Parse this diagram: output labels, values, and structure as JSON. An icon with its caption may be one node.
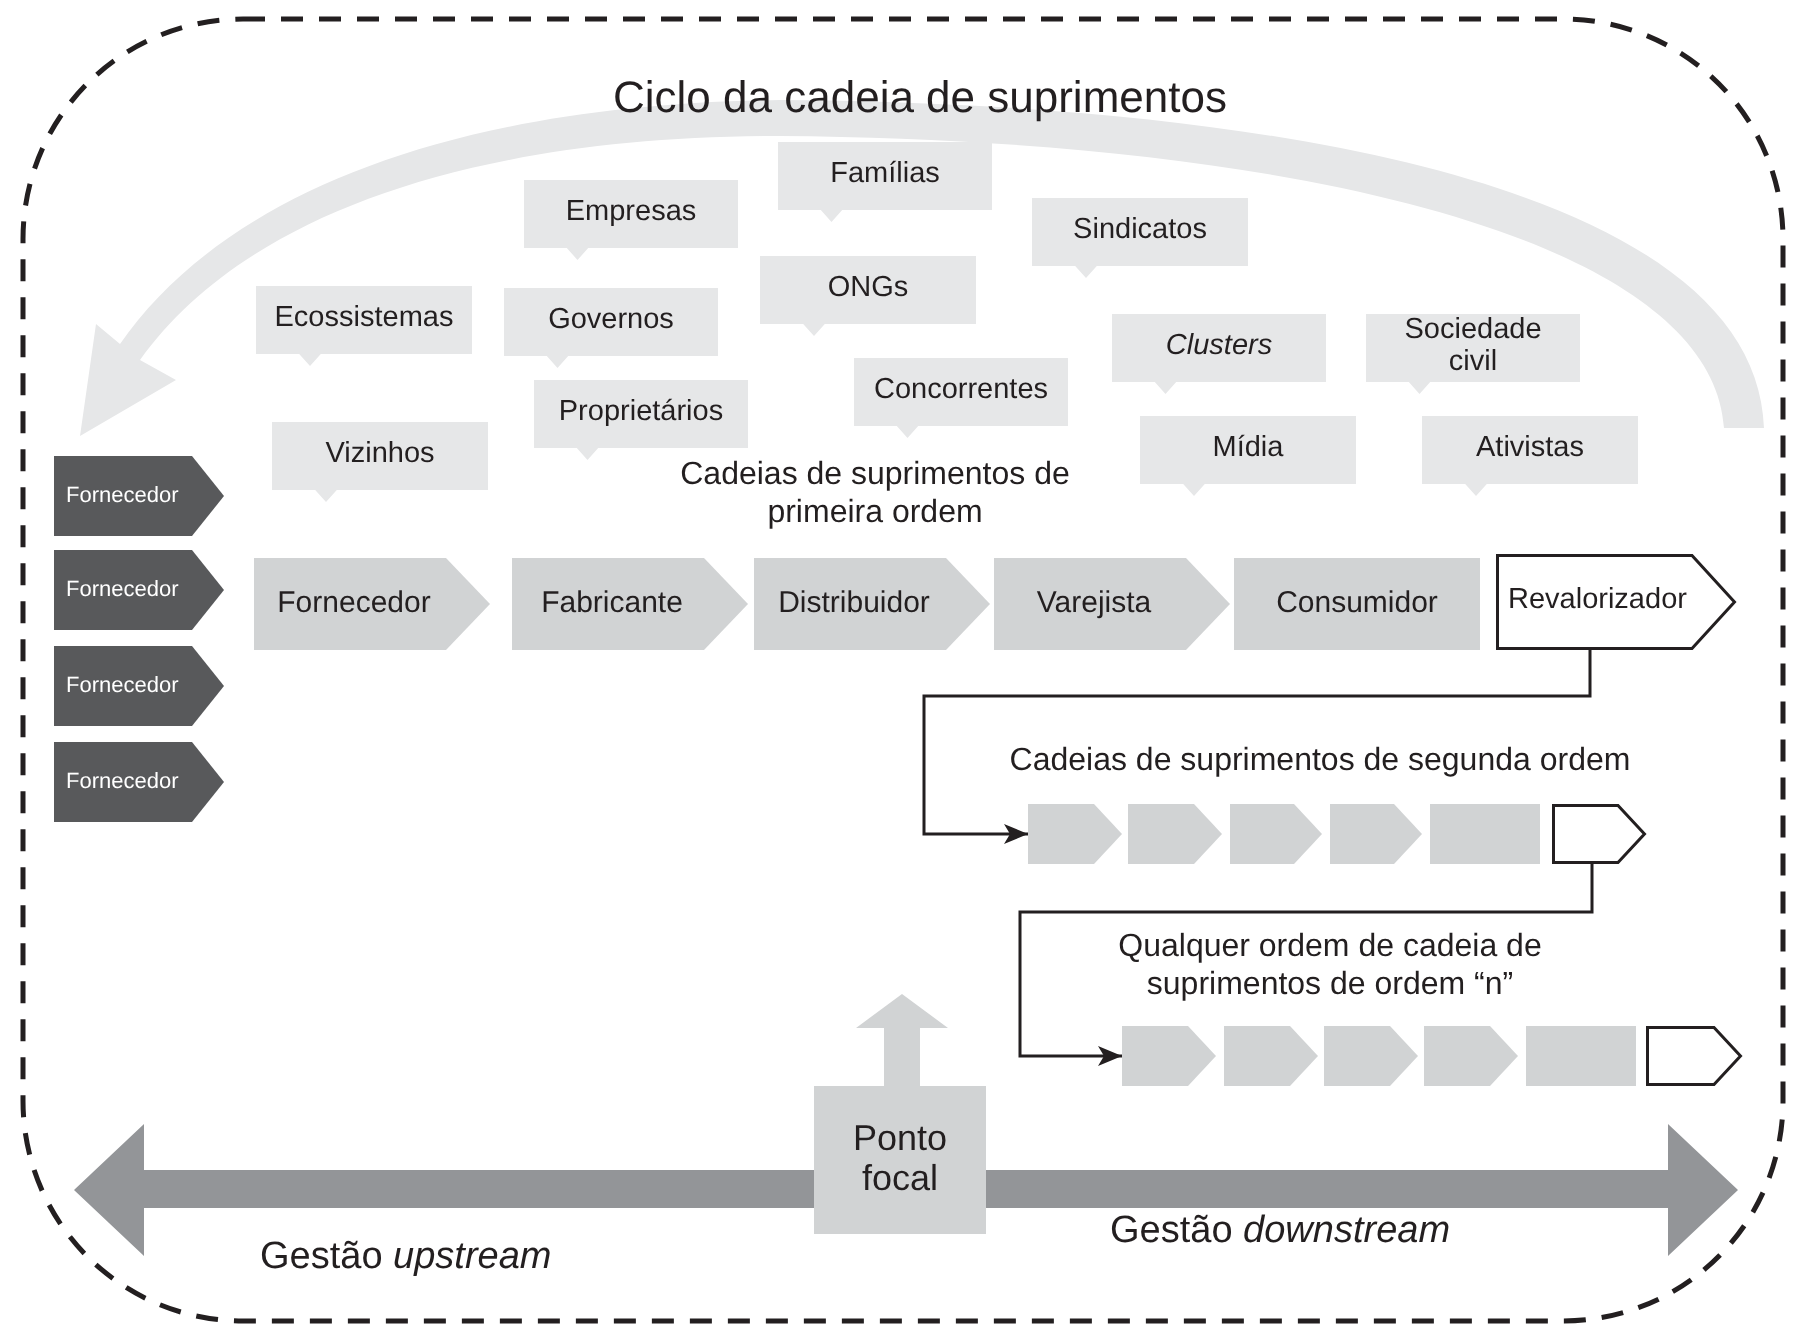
{
  "diagram": {
    "title": "Ciclo da cadeia de suprimentos",
    "nodes": [
      {
        "text": [
          "Famílias"
        ]
      },
      {
        "text": [
          "Empresas"
        ]
      },
      {
        "text": [
          "Sindicatos"
        ]
      },
      {
        "text": [
          "ONGs"
        ]
      },
      {
        "text": [
          "Ecossistemas"
        ]
      },
      {
        "text": [
          "Governos"
        ]
      },
      {
        "text": [
          "*Clusters*"
        ]
      },
      {
        "text": [
          "Sociedade civil"
        ]
      },
      {
        "text": [
          "Concorrentes"
        ]
      },
      {
        "text": [
          "Proprietários"
        ]
      },
      {
        "text": [
          "Mídia"
        ]
      },
      {
        "text": [
          "Ativistas"
        ]
      },
      {
        "text": [
          "Vizinhos"
        ]
      },
      {
        "text": [
          "Fornecedor"
        ]
      },
      {
        "text": [
          "Fornecedor"
        ]
      },
      {
        "text": [
          "Fornecedor"
        ]
      },
      {
        "text": [
          "Fornecedor"
        ]
      },
      {
        "text": [
          "Fornecedor"
        ]
      },
      {
        "text": [
          "Fabricante"
        ]
      },
      {
        "text": [
          "Distribuidor"
        ]
      },
      {
        "text": [
          "Varejista"
        ]
      },
      {
        "text": [
          "Consumidor"
        ]
      },
      {
        "text": [
          "Revalorizador"
        ]
      },
      {
        "text": [],
        "shape": "chevron"
      },
      {
        "text": [],
        "shape": "chevron"
      },
      {
        "text": [],
        "shape": "chevron"
      },
      {
        "text": [],
        "shape": "chevron"
      },
      {
        "text": [],
        "shape": "box"
      },
      {
        "text": [],
        "shape": "pentagon"
      },
      {
        "text": [],
        "shape": "chevron"
      },
      {
        "text": [],
        "shape": "chevron"
      },
      {
        "text": [],
        "shape": "chevron"
      },
      {
        "text": [],
        "shape": "chevron"
      },
      {
        "text": [],
        "shape": "box"
      },
      {
        "text": [],
        "shape": "pentagon"
      },
      {
        "text": [
          "Ponto focal"
        ]
      }
    ],
    "edges": [
      {
        "from": 22,
        "to": 23,
        "arrow": "to"
      },
      {
        "from": 28,
        "to": 29,
        "arrow": "to"
      }
    ],
    "labels": [
      "Cadeias de suprimentos de primeira ordem",
      "Cadeias de suprimentos de segunda ordem",
      "Qualquer ordem de cadeia de suprimentos de ordem “n”",
      "Gestão *upstream*",
      "Gestão *downstream*"
    ]
  }
}
